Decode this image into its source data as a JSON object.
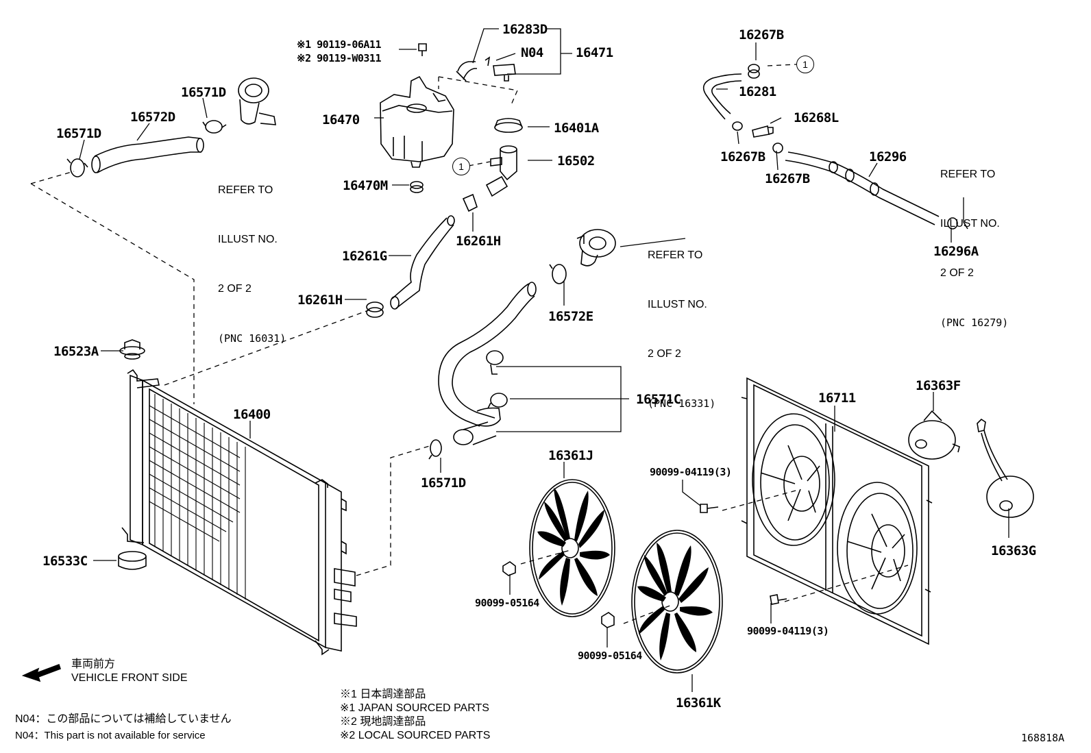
{
  "parts": {
    "p16283D": "16283D",
    "p16471": "16471",
    "pN04": "N04",
    "p90119a": "※1 90119-06A11",
    "p90119b": "※2 90119-W0311",
    "p16470": "16470",
    "p16470M": "16470M",
    "p16401A": "16401A",
    "p16502": "16502",
    "p16571D_top": "16571D",
    "p16572D": "16572D",
    "p16571D_left": "16571D",
    "p16261G": "16261G",
    "p16261H_right": "16261H",
    "p16261H_left": "16261H",
    "p16523A": "16523A",
    "p16400": "16400",
    "p16533C": "16533C",
    "p16572E": "16572E",
    "p16571C": "16571C",
    "p16571D_mid": "16571D",
    "p16361J": "16361J",
    "p16361K": "16361K",
    "p90099_05164_a": "90099-05164",
    "p90099_05164_b": "90099-05164",
    "p90099_04119_a": "90099-04119(3)",
    "p90099_04119_b": "90099-04119(3)",
    "p16711": "16711",
    "p16363F": "16363F",
    "p16363G": "16363G",
    "p16267B_top": "16267B",
    "p16281": "16281",
    "p16268L": "16268L",
    "p16267B_mid": "16267B",
    "p16267B_low": "16267B",
    "p16296": "16296",
    "p16296A": "16296A"
  },
  "references": {
    "ref1": {
      "line1": "REFER TO",
      "line2": "ILLUST NO.",
      "line3": "2 OF 2",
      "line4": "(PNC 16031)"
    },
    "ref2": {
      "line1": "REFER TO",
      "line2": "ILLUST NO.",
      "line3": "2 OF 2",
      "line4": "(PNC 16331)"
    },
    "ref3": {
      "line1": "REFER TO",
      "line2": "ILLUST NO.",
      "line3": "2 OF 2",
      "line4": "(PNC 16279)"
    }
  },
  "callout_marker": "1",
  "front_side": {
    "ja": "車両前方",
    "en": "VEHICLE FRONT SIDE"
  },
  "notes": {
    "n04_ja": "N04：この部品については補給していません",
    "n04_en": "N04：This part is not available for service",
    "s1_ja": "※1  日本調達部品",
    "s1_en": "※1  JAPAN SOURCED PARTS",
    "s2_ja": "※2  現地調達部品",
    "s2_en": "※2  LOCAL SOURCED PARTS"
  },
  "illustration_no": "168818A"
}
